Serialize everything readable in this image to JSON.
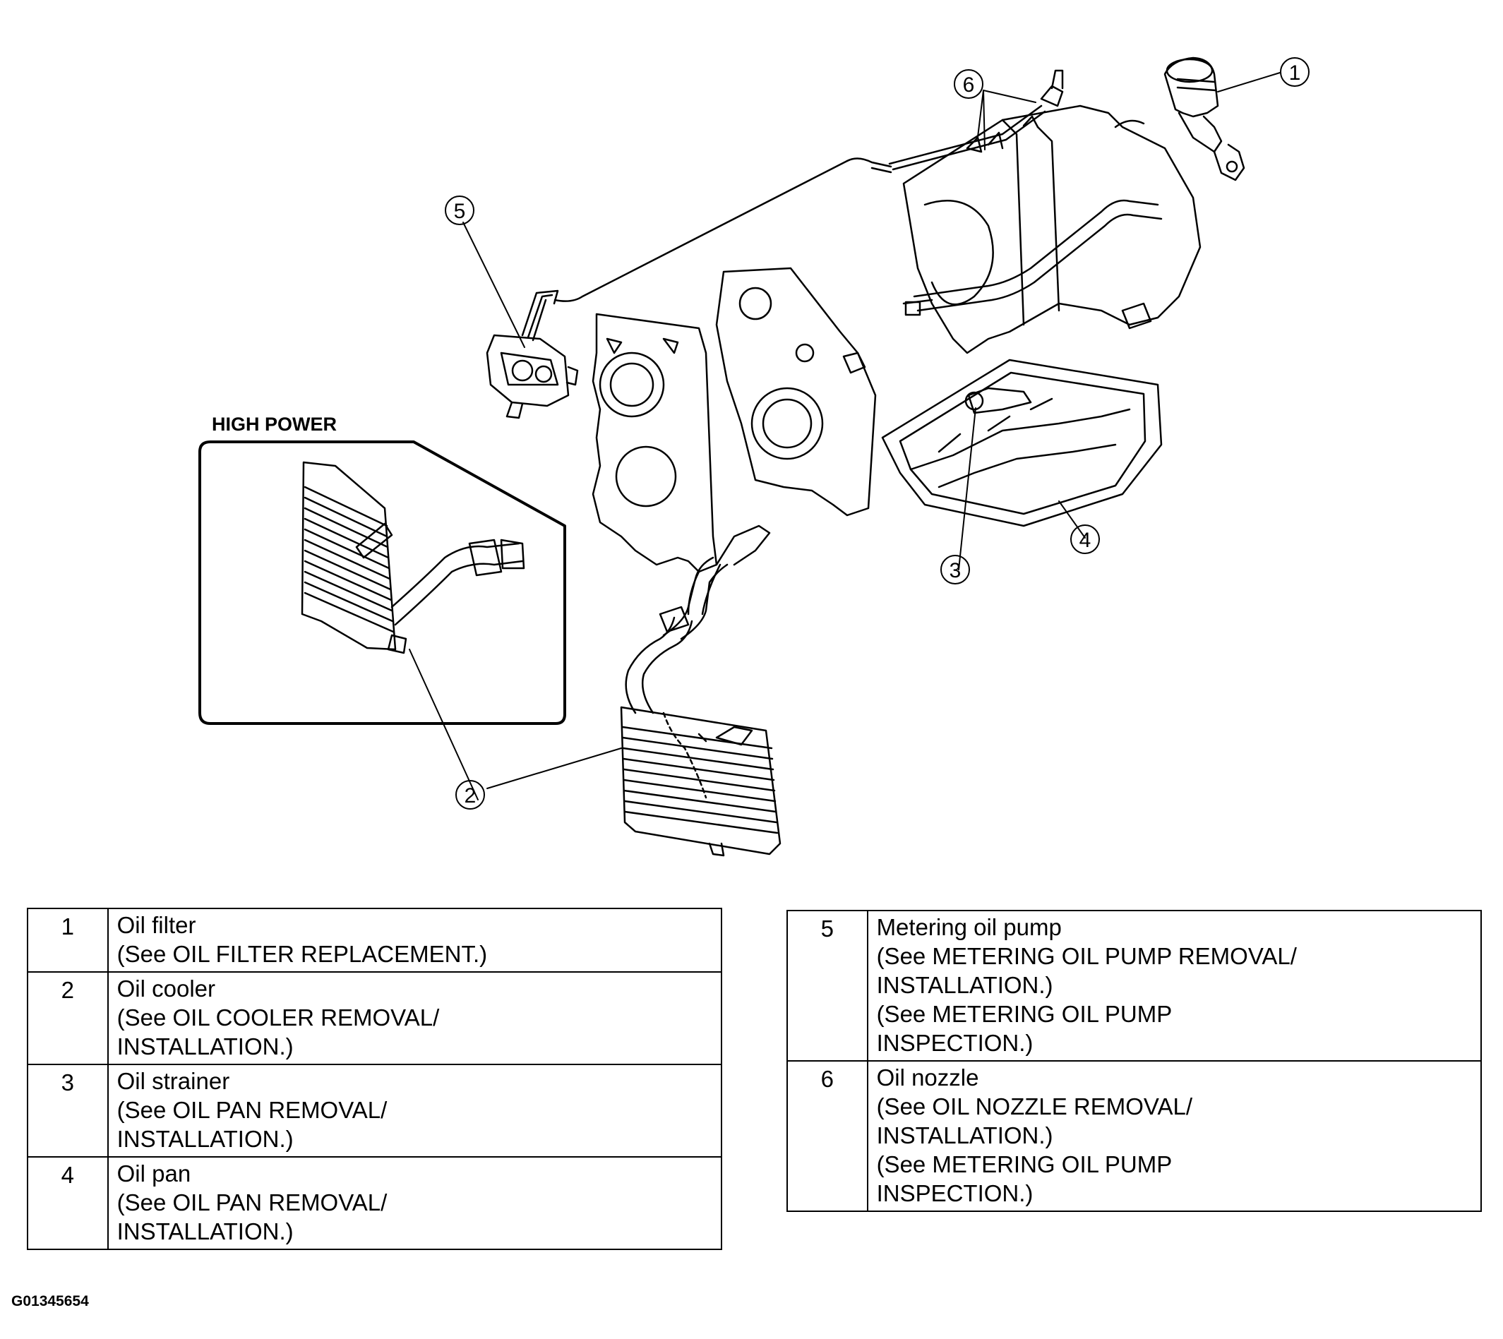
{
  "diagram": {
    "inset_title": "HIGH POWER",
    "callouts": [
      "1",
      "2",
      "2",
      "3",
      "4",
      "5",
      "6"
    ]
  },
  "legend_left": [
    {
      "num": "1",
      "lines": [
        "Oil filter",
        "(See OIL FILTER REPLACEMENT.)"
      ]
    },
    {
      "num": "2",
      "lines": [
        "Oil cooler",
        "(See OIL COOLER REMOVAL/",
        "INSTALLATION.)"
      ]
    },
    {
      "num": "3",
      "lines": [
        "Oil strainer",
        "(See OIL PAN REMOVAL/",
        "INSTALLATION.)"
      ]
    },
    {
      "num": "4",
      "lines": [
        "Oil pan",
        "(See OIL PAN REMOVAL/",
        "INSTALLATION.)"
      ]
    }
  ],
  "legend_right": [
    {
      "num": "5",
      "lines": [
        "Metering oil pump",
        "(See METERING OIL PUMP REMOVAL/",
        "INSTALLATION.)",
        "(See METERING OIL PUMP",
        "INSPECTION.)"
      ]
    },
    {
      "num": "6",
      "lines": [
        "Oil nozzle",
        "(See OIL NOZZLE REMOVAL/",
        "INSTALLATION.)",
        "(See METERING OIL PUMP",
        "INSPECTION.)"
      ]
    }
  ],
  "figure_code": "G01345654"
}
